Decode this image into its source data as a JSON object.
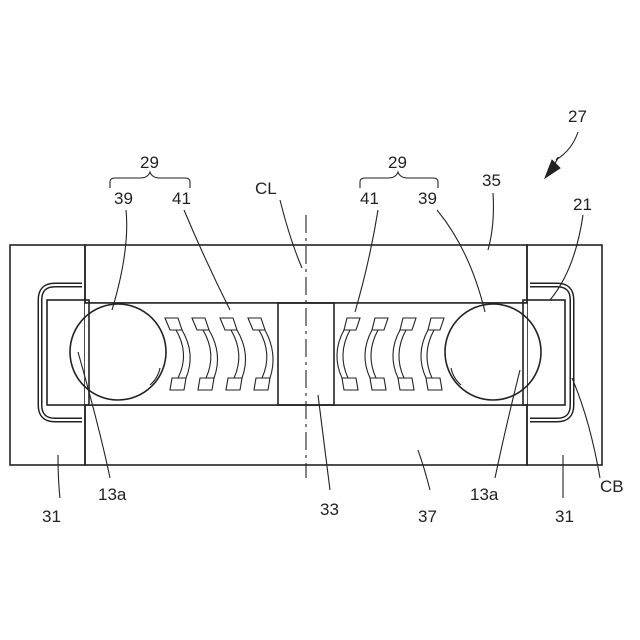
{
  "labels": {
    "ref_27": "27",
    "ref_29_left": "29",
    "ref_29_right": "29",
    "ref_39_left": "39",
    "ref_41_left": "41",
    "ref_CL": "CL",
    "ref_41_right": "41",
    "ref_39_right": "39",
    "ref_35": "35",
    "ref_21": "21",
    "ref_31_left": "31",
    "ref_13a_left": "13a",
    "ref_33": "33",
    "ref_37": "37",
    "ref_13a_right": "13a",
    "ref_31_right": "31",
    "ref_CB": "CB"
  }
}
